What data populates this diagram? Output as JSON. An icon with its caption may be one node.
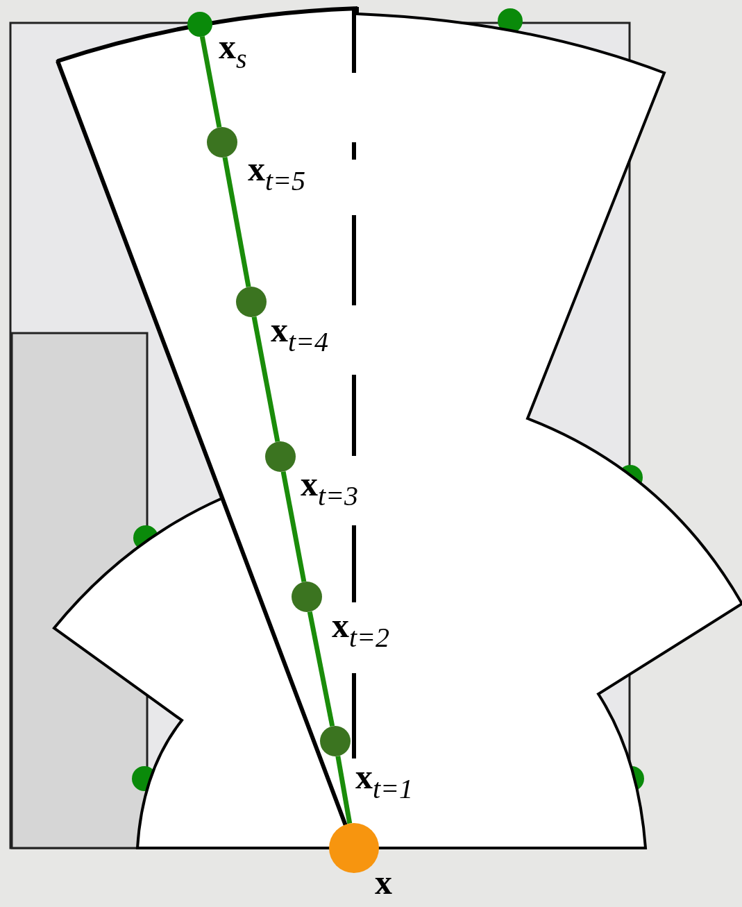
{
  "diagram": {
    "nodes": [
      {
        "text": [],
        "shape": "circle",
        "beside": [
          "x$_{s}$"
        ]
      },
      {
        "text": [],
        "shape": "circle",
        "beside": [
          "x$_{t=5}$"
        ]
      },
      {
        "text": [],
        "shape": "circle",
        "beside": [
          "x$_{t=4}$"
        ]
      },
      {
        "text": [],
        "shape": "circle",
        "beside": [
          "x$_{t=3}$"
        ]
      },
      {
        "text": [],
        "shape": "circle",
        "beside": [
          "x$_{t=2}$"
        ]
      },
      {
        "text": [],
        "shape": "circle",
        "beside": [
          "x$_{t=1}$"
        ]
      },
      {
        "text": [],
        "shape": "circle",
        "beside": [
          "x"
        ]
      }
    ],
    "edges": [
      {
        "from": 6,
        "to": 5,
        "arrow": "none"
      },
      {
        "from": 5,
        "to": 4,
        "arrow": "none"
      },
      {
        "from": 4,
        "to": 3,
        "arrow": "none"
      },
      {
        "from": 3,
        "to": 2,
        "arrow": "none"
      },
      {
        "from": 2,
        "to": 1,
        "arrow": "none"
      },
      {
        "from": 1,
        "to": 0,
        "arrow": "none"
      }
    ]
  }
}
